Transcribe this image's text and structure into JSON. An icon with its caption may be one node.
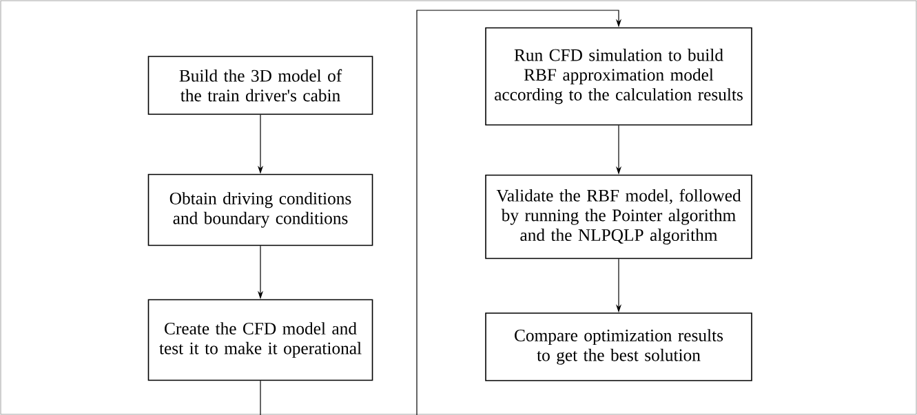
{
  "diagram": {
    "nodes": [
      {
        "text": [
          "Build the 3D model of the train driver's cabin"
        ]
      },
      {
        "text": [
          "Obtain driving conditions and boundary conditions"
        ]
      },
      {
        "text": [
          "Create the CFD model and test it to make it operational"
        ]
      },
      {
        "text": [
          "Run CFD simulation to build RBF approximation model according to the calculation results"
        ]
      },
      {
        "text": [
          "Validate the RBF model, followed by running the Pointer algorithm and the NLPQLP algorithm"
        ]
      },
      {
        "text": [
          "Compare optimization results to get the best solution"
        ]
      }
    ],
    "edges": [
      {
        "from": 0,
        "to": 1,
        "arrow": "to"
      },
      {
        "from": 1,
        "to": 2,
        "arrow": "to"
      },
      {
        "from": 2,
        "to": 3,
        "arrow": "to"
      },
      {
        "from": 3,
        "to": 4,
        "arrow": "to"
      },
      {
        "from": 4,
        "to": 5,
        "arrow": "to"
      }
    ]
  }
}
